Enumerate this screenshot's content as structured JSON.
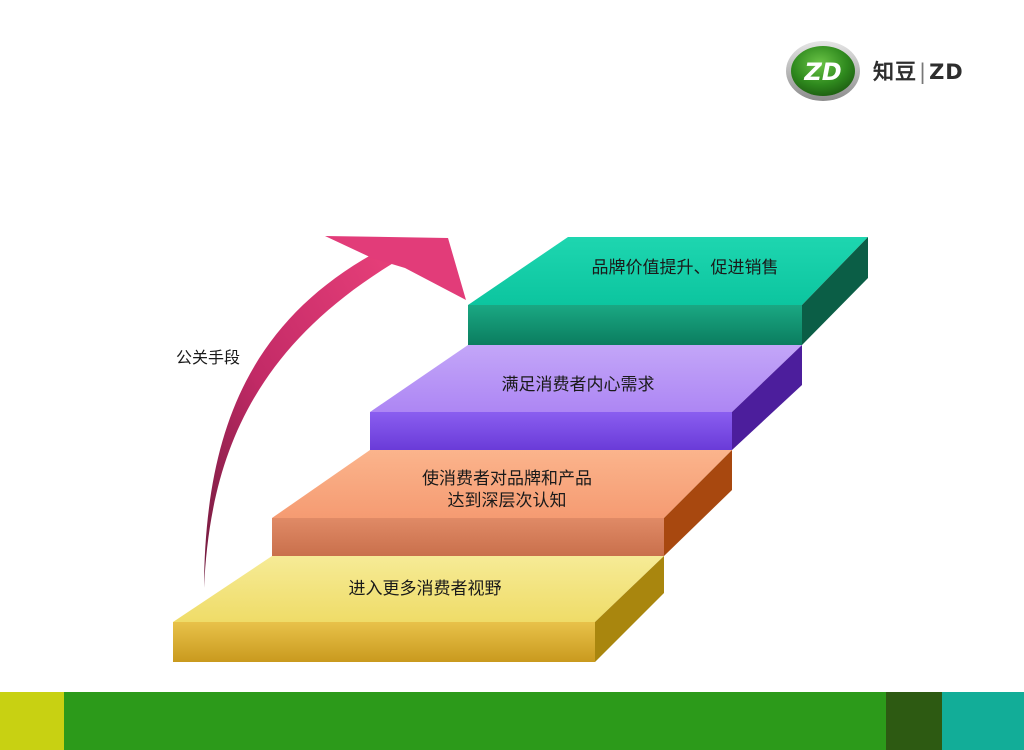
{
  "logo": {
    "emblem_text": "ZD",
    "name_cn": "知豆",
    "name_en": "ZD"
  },
  "diagram": {
    "arrow_label": "公关手段",
    "steps": [
      {
        "lines": [
          "进入更多消费者视野"
        ]
      },
      {
        "lines": [
          "使消费者对品牌和产品",
          "达到深层次认知"
        ]
      },
      {
        "lines": [
          "满足消费者内心需求"
        ]
      },
      {
        "lines": [
          "品牌价值提升、促进销售"
        ]
      }
    ]
  },
  "colors": {
    "step1": "#f2e27a",
    "step2": "#f7a47e",
    "step3": "#b691f6",
    "step4": "#0fcfa8",
    "arrow": "#d0306f",
    "footer": [
      "#c8d112",
      "#2c9a1a",
      "#2d5a12",
      "#12ad98"
    ]
  }
}
